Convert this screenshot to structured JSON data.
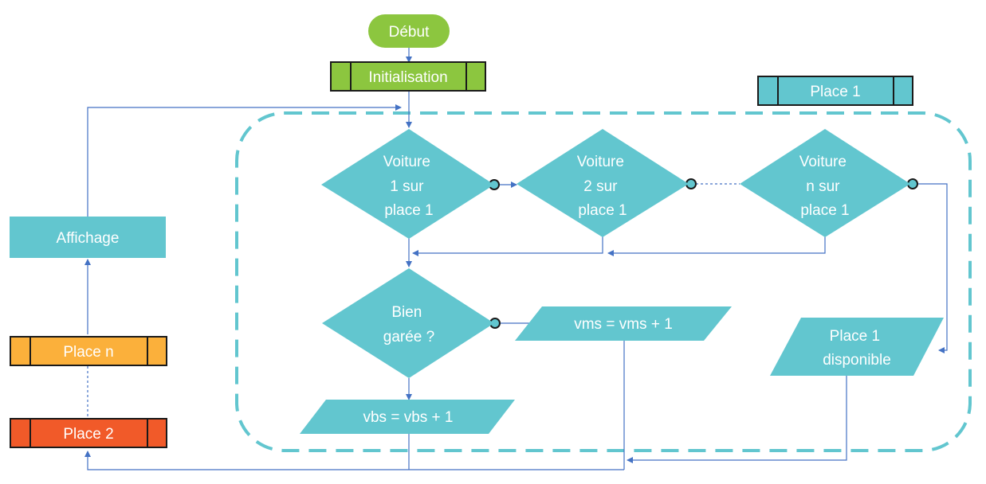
{
  "colors": {
    "teal": "#62c6cf",
    "green": "#8cc63f",
    "orange": "#fbb03b",
    "red": "#f15a29",
    "connector": "#4472c4"
  },
  "nodes": {
    "debut": "Début",
    "initialisation": "Initialisation",
    "place1_header": "Place 1",
    "affichage": "Affichage",
    "place_n": "Place n",
    "place_2": "Place 2",
    "voiture1": [
      "Voiture",
      "1 sur",
      "place 1"
    ],
    "voiture2": [
      "Voiture",
      "2 sur",
      "place 1"
    ],
    "voituren": [
      "Voiture",
      "n sur",
      "place 1"
    ],
    "bien_garee": [
      "Bien",
      "garée ?"
    ],
    "vms": "vms = vms + 1",
    "vbs": "vbs = vbs + 1",
    "place1_dispo": [
      "Place 1",
      "disponible"
    ]
  }
}
